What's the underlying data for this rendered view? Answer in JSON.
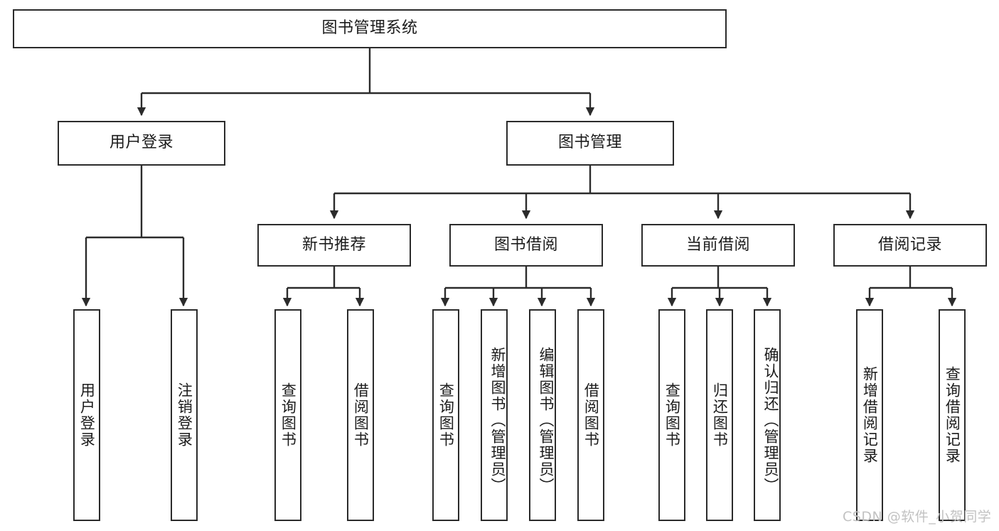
{
  "diagram": {
    "title": "图书管理系统",
    "type": "hierarchy-tree",
    "watermark": "CSDN @软件_小贺同学",
    "colors": {
      "background": "#ffffff",
      "box_border": "#2b2b2b",
      "box_fill": "#ffffff",
      "text": "#1b1b1b",
      "connector": "#2b2b2b",
      "watermark": "#c2c2c2"
    },
    "levels": {
      "root": {
        "label": "图书管理系统"
      },
      "level2": [
        {
          "label": "用户登录"
        },
        {
          "label": "图书管理"
        }
      ],
      "level3": [
        {
          "label": "新书推荐"
        },
        {
          "label": "图书借阅"
        },
        {
          "label": "当前借阅"
        },
        {
          "label": "借阅记录"
        }
      ],
      "leaves": {
        "user_login": [
          {
            "label": "用户登录"
          },
          {
            "label": "注销登录"
          }
        ],
        "new_book": [
          {
            "label": "查询图书"
          },
          {
            "label": "借阅图书"
          }
        ],
        "book_borrow": [
          {
            "label": "查询图书"
          },
          {
            "label": "新增图书（管理员）"
          },
          {
            "label": "编辑图书（管理员）"
          },
          {
            "label": "借阅图书"
          }
        ],
        "current_borrow": [
          {
            "label": "查询图书"
          },
          {
            "label": "归还图书"
          },
          {
            "label": "确认归还（管理员）"
          }
        ],
        "borrow_record": [
          {
            "label": "新增借阅记录"
          },
          {
            "label": "查询借阅记录"
          }
        ]
      }
    }
  }
}
